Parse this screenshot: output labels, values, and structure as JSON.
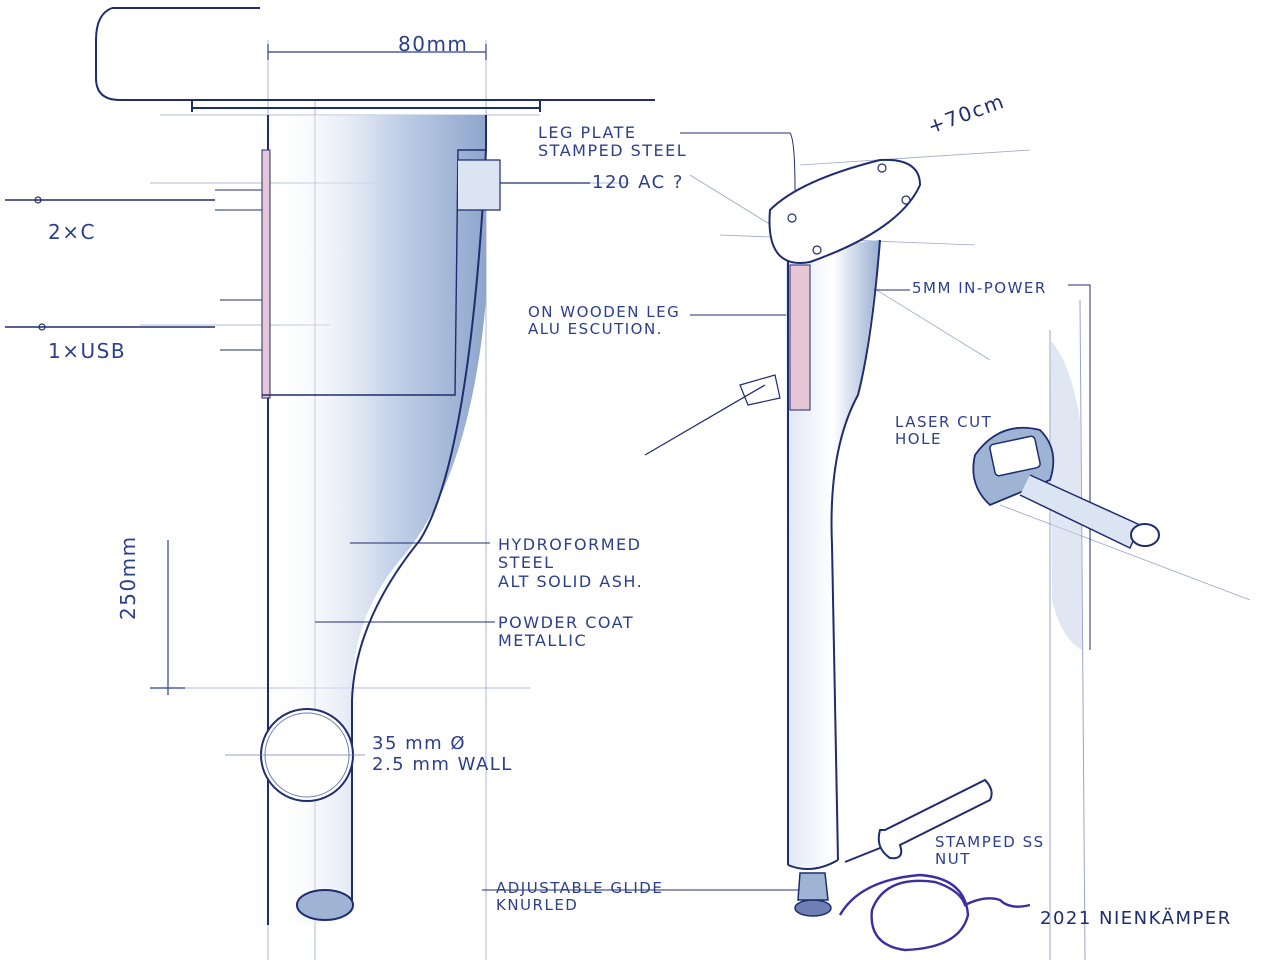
{
  "drawing": {
    "dimension_width": "80mm",
    "dimension_length": "250mm",
    "diameter_line1": "35 mm Ø",
    "diameter_line2": "2.5 mm WALL",
    "left_port_1": "2×C",
    "left_port_2": "1×USB",
    "port_note": "120 AC ?",
    "leg_plate_line1": "LEG PLATE",
    "leg_plate_line2": "STAMPED STEEL",
    "height_note": "+70cm",
    "power_note": "5MM IN-POWER",
    "escutcheon_line1": "ON WOODEN LEG",
    "escutcheon_line2": "ALU ESCUTION.",
    "laser_line1": "LASER CUT",
    "laser_line2": "HOLE",
    "material_line1": "HYDROFORMED",
    "material_line2": "STEEL",
    "material_line3": "ALT SOLID ASH.",
    "finish_line1": "POWDER COAT",
    "finish_line2": "METALLIC",
    "glide_line1": "ADJUSTABLE GLIDE",
    "glide_line2": "KNURLED",
    "nut_line1": "STAMPED SS",
    "nut_line2": "NUT",
    "credit": "2021 NIENKÄMPER"
  },
  "colors": {
    "ink": "#2b3f8c",
    "shade": "#9fb3d4",
    "pink": "#e9c6d6",
    "signature": "#3b2fa0"
  }
}
